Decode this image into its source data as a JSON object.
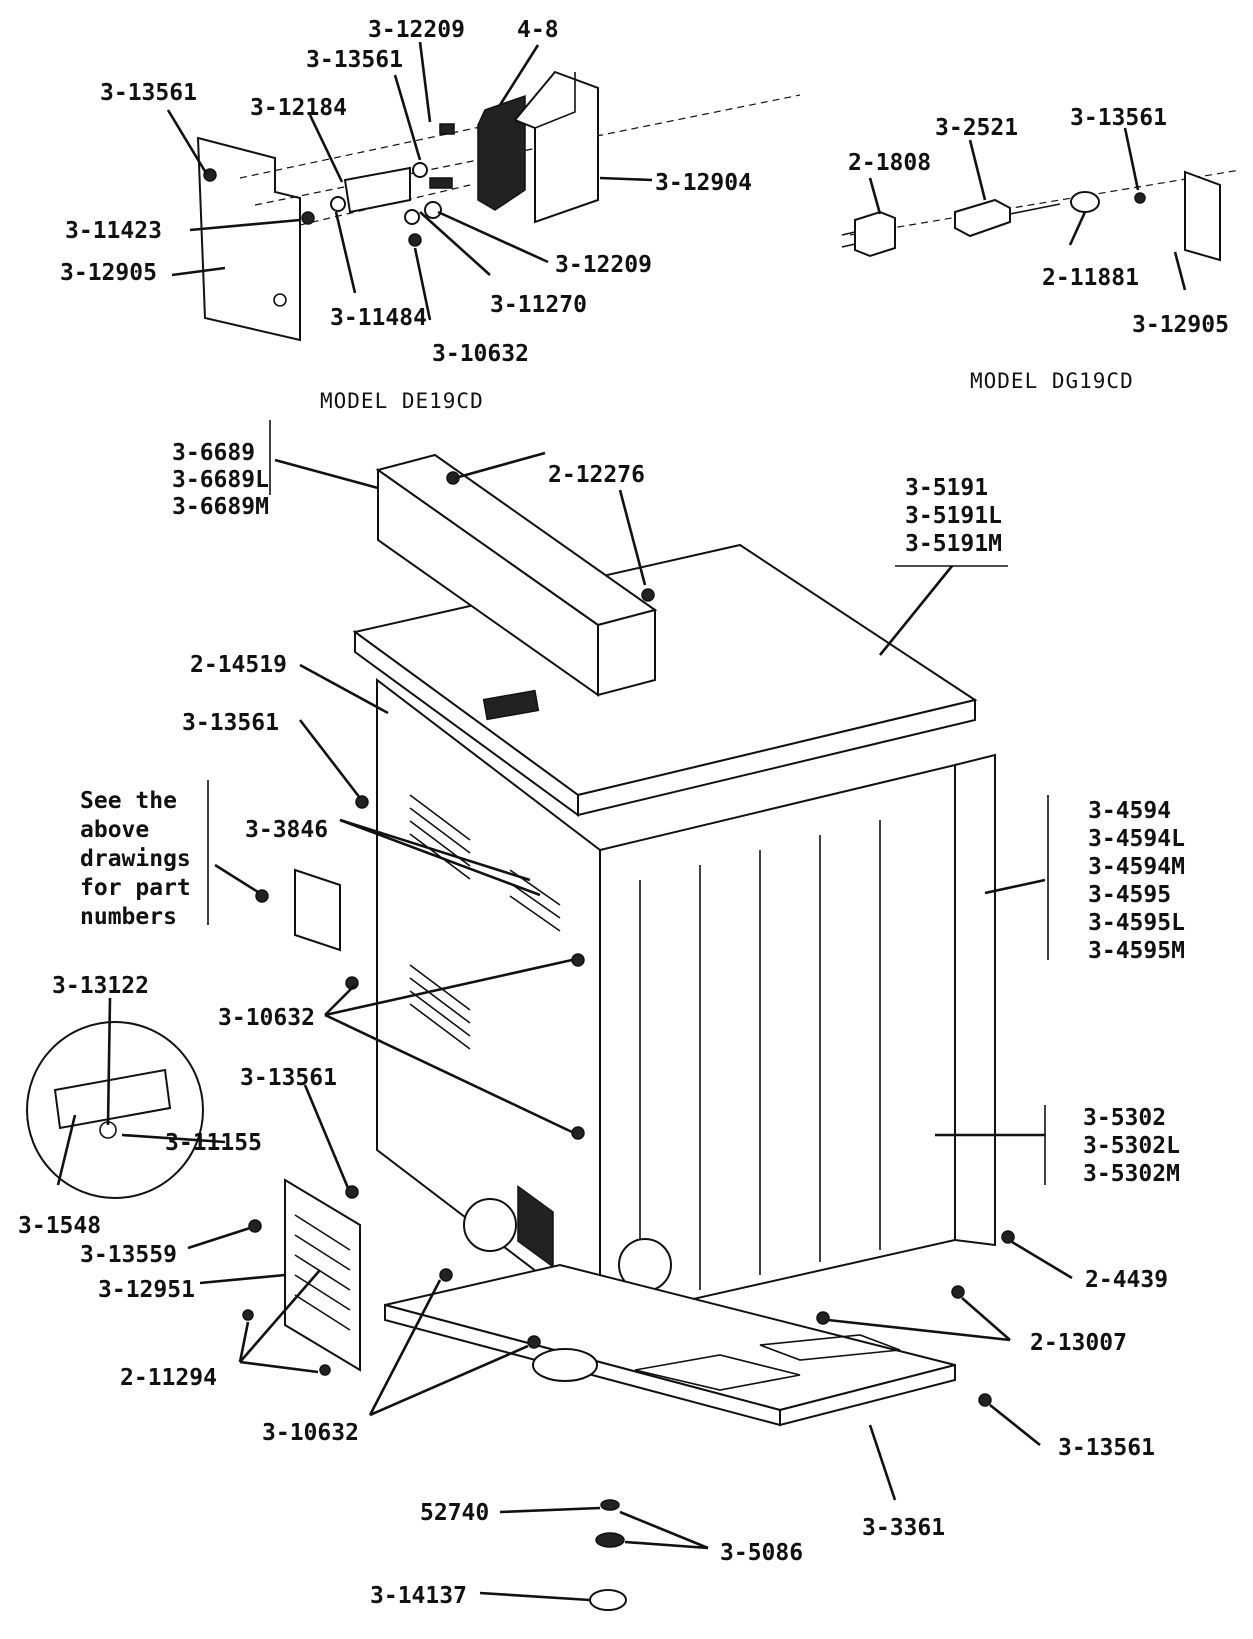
{
  "models": {
    "electric": "MODEL DE19CD",
    "gas": "MODEL DG19CD"
  },
  "note": [
    "See the",
    "above",
    "drawings",
    "for part",
    "numbers"
  ],
  "labels": {
    "l_3_12209_top": "3-12209",
    "l_4_8": "4-8",
    "l_3_13561_a": "3-13561",
    "l_3_13561_b": "3-13561",
    "l_3_12184": "3-12184",
    "l_3_12904": "3-12904",
    "l_3_11423": "3-11423",
    "l_3_12209_mid": "3-12209",
    "l_3_12905_a": "3-12905",
    "l_3_11484": "3-11484",
    "l_3_11270": "3-11270",
    "l_3_10632_top": "3-10632",
    "l_3_2521": "3-2521",
    "l_3_13561_c": "3-13561",
    "l_2_1808": "2-1808",
    "l_2_11881": "2-11881",
    "l_3_12905_b": "3-12905",
    "l_3_6689": "3-6689",
    "l_3_6689L": "3-6689L",
    "l_3_6689M": "3-6689M",
    "l_2_12276": "2-12276",
    "l_3_5191": "3-5191",
    "l_3_5191L": "3-5191L",
    "l_3_5191M": "3-5191M",
    "l_2_14519": "2-14519",
    "l_3_13561_d": "3-13561",
    "l_3_3846": "3-3846",
    "l_3_4594": "3-4594",
    "l_3_4594L": "3-4594L",
    "l_3_4594M": "3-4594M",
    "l_3_4595": "3-4595",
    "l_3_4595L": "3-4595L",
    "l_3_4595M": "3-4595M",
    "l_3_13122": "3-13122",
    "l_3_10632_mid": "3-10632",
    "l_3_13561_e": "3-13561",
    "l_3_5302": "3-5302",
    "l_3_5302L": "3-5302L",
    "l_3_5302M": "3-5302M",
    "l_3_11155": "3-11155",
    "l_3_1548": "3-1548",
    "l_3_13559": "3-13559",
    "l_3_12951": "3-12951",
    "l_2_4439": "2-4439",
    "l_2_13007": "2-13007",
    "l_2_11294": "2-11294",
    "l_3_10632_low": "3-10632",
    "l_3_13561_f": "3-13561",
    "l_3_3361": "3-3361",
    "l_52740": "52740",
    "l_3_5086": "3-5086",
    "l_3_14137": "3-14137"
  }
}
